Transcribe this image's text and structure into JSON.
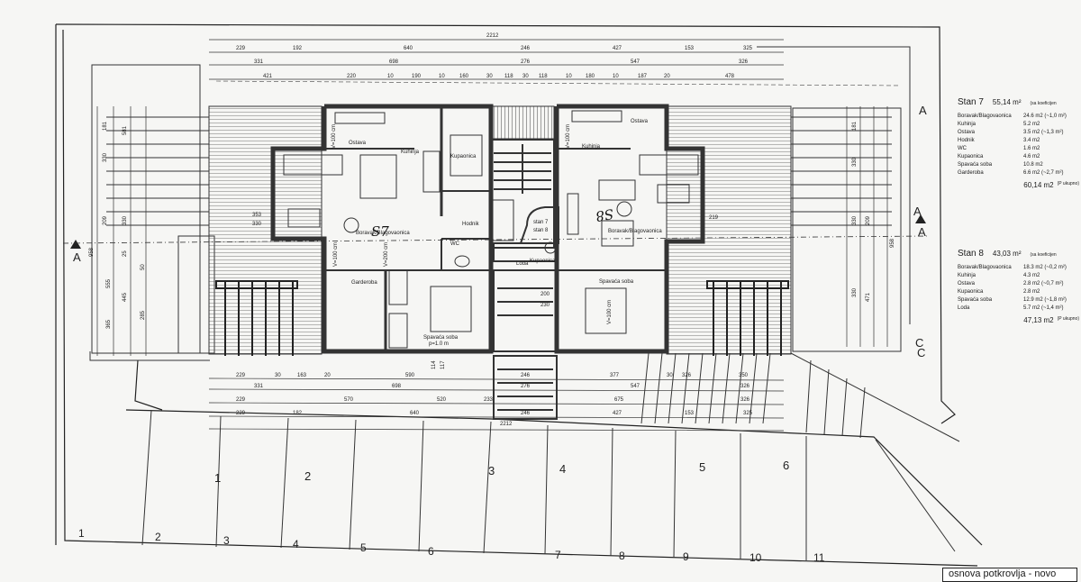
{
  "panel": {
    "stan7": {
      "title": "Stan 7",
      "area": "55,14 m²",
      "area_note": "(sa koeficijen",
      "rows": [
        {
          "room": "Boravak/Blagovaonica",
          "val": "24.6 m2  (~1,0 m²)"
        },
        {
          "room": "Kuhinja",
          "val": "5.2 m2"
        },
        {
          "room": "Ostava",
          "val": "3.5 m2 (~1,3 m²)"
        },
        {
          "room": "Hodnik",
          "val": "3.4 m2"
        },
        {
          "room": "WC",
          "val": "1.6 m2"
        },
        {
          "room": "Kupaonica",
          "val": "4.6 m2"
        },
        {
          "room": "Spavaća soba",
          "val": "10.8 m2"
        },
        {
          "room": "Garderoba",
          "val": "6.6 m2 (~2,7 m²)"
        }
      ],
      "total": "60,14 m2",
      "total_note": "(P ukupno)"
    },
    "stan8": {
      "title": "Stan 8",
      "area": "43,03 m²",
      "area_note": "(sa koeficijen",
      "rows": [
        {
          "room": "Boravak/Blagovaonica",
          "val": "18.3 m2 (~0,2 m²)"
        },
        {
          "room": "Kuhinja",
          "val": "4.3 m2"
        },
        {
          "room": "Ostava",
          "val": "2.8 m2 (~0,7 m²)"
        },
        {
          "room": "Kupaonica",
          "val": "2.8 m2"
        },
        {
          "room": "Spavaća soba",
          "val": "12.9 m2 (~1,8 m²)"
        },
        {
          "room": "Loda",
          "val": "5.7 m2 (~1,4 m²)"
        }
      ],
      "total": "47,13 m2",
      "total_note": "(P ukupno)"
    }
  },
  "caption": "osnova potkrovlja - novo",
  "plan": {
    "overall": "2212",
    "top_row1": [
      "229",
      "192",
      "640",
      "246",
      "427",
      "153",
      "325"
    ],
    "top_row2": [
      "331",
      "698",
      "276",
      "547",
      "326"
    ],
    "top_row3": [
      "421",
      "220",
      "10",
      "190",
      "10",
      "160",
      "30",
      "118",
      "30",
      "118",
      "10",
      "180",
      "10",
      "187",
      "20",
      "478"
    ],
    "bot_row1": [
      "229",
      "30",
      "163",
      "20",
      "590",
      "246",
      "377",
      "30",
      "326",
      "350"
    ],
    "bot_row2": [
      "331",
      "698",
      "276",
      "547",
      "326"
    ],
    "bot_row3": [
      "229",
      "570",
      "520",
      "233",
      "675",
      "326"
    ],
    "bot_row4": [
      "229",
      "182",
      "640",
      "246",
      "427",
      "153",
      "325"
    ],
    "rooms_s7": [
      "Ostava",
      "Kuhinja",
      "Kupaonica",
      "Boravak/Blagovaonica",
      "Hodnik",
      "WC",
      "Garderoba",
      "Spavaća soba",
      "Loda"
    ],
    "rooms_s8": [
      "Ostava",
      "Kuhinja",
      "Boravak/Blagovaonica",
      "Kupaonica",
      "Spavaća soba"
    ],
    "stair_label_1": "stan 7",
    "stair_label_2": "stan 8",
    "unit_s7": "S7",
    "unit_s8": "S8",
    "section_marks": [
      "A",
      "A",
      "A",
      "A",
      "C",
      "C"
    ],
    "axis_marks": [
      "1",
      "2",
      "3",
      "4",
      "5",
      "6"
    ],
    "zone_numbers": [
      "1",
      "2",
      "3",
      "4",
      "5",
      "6",
      "7",
      "8",
      "9",
      "10",
      "11"
    ],
    "win_labels": [
      "V=100 cm",
      "V=100 cm",
      "V=100 cm",
      "V=200 cm",
      "V=100 cm",
      "p=1.0 m"
    ],
    "left_dims": [
      "181",
      "330",
      "581",
      "209",
      "330",
      "958",
      "25",
      "50",
      "555",
      "445",
      "285",
      "365"
    ],
    "right_dims": [
      "181",
      "330",
      "209",
      "330",
      "958",
      "330",
      "471"
    ],
    "mid_dims": [
      "353",
      "330",
      "219",
      "200",
      "230",
      "114",
      "117"
    ]
  }
}
